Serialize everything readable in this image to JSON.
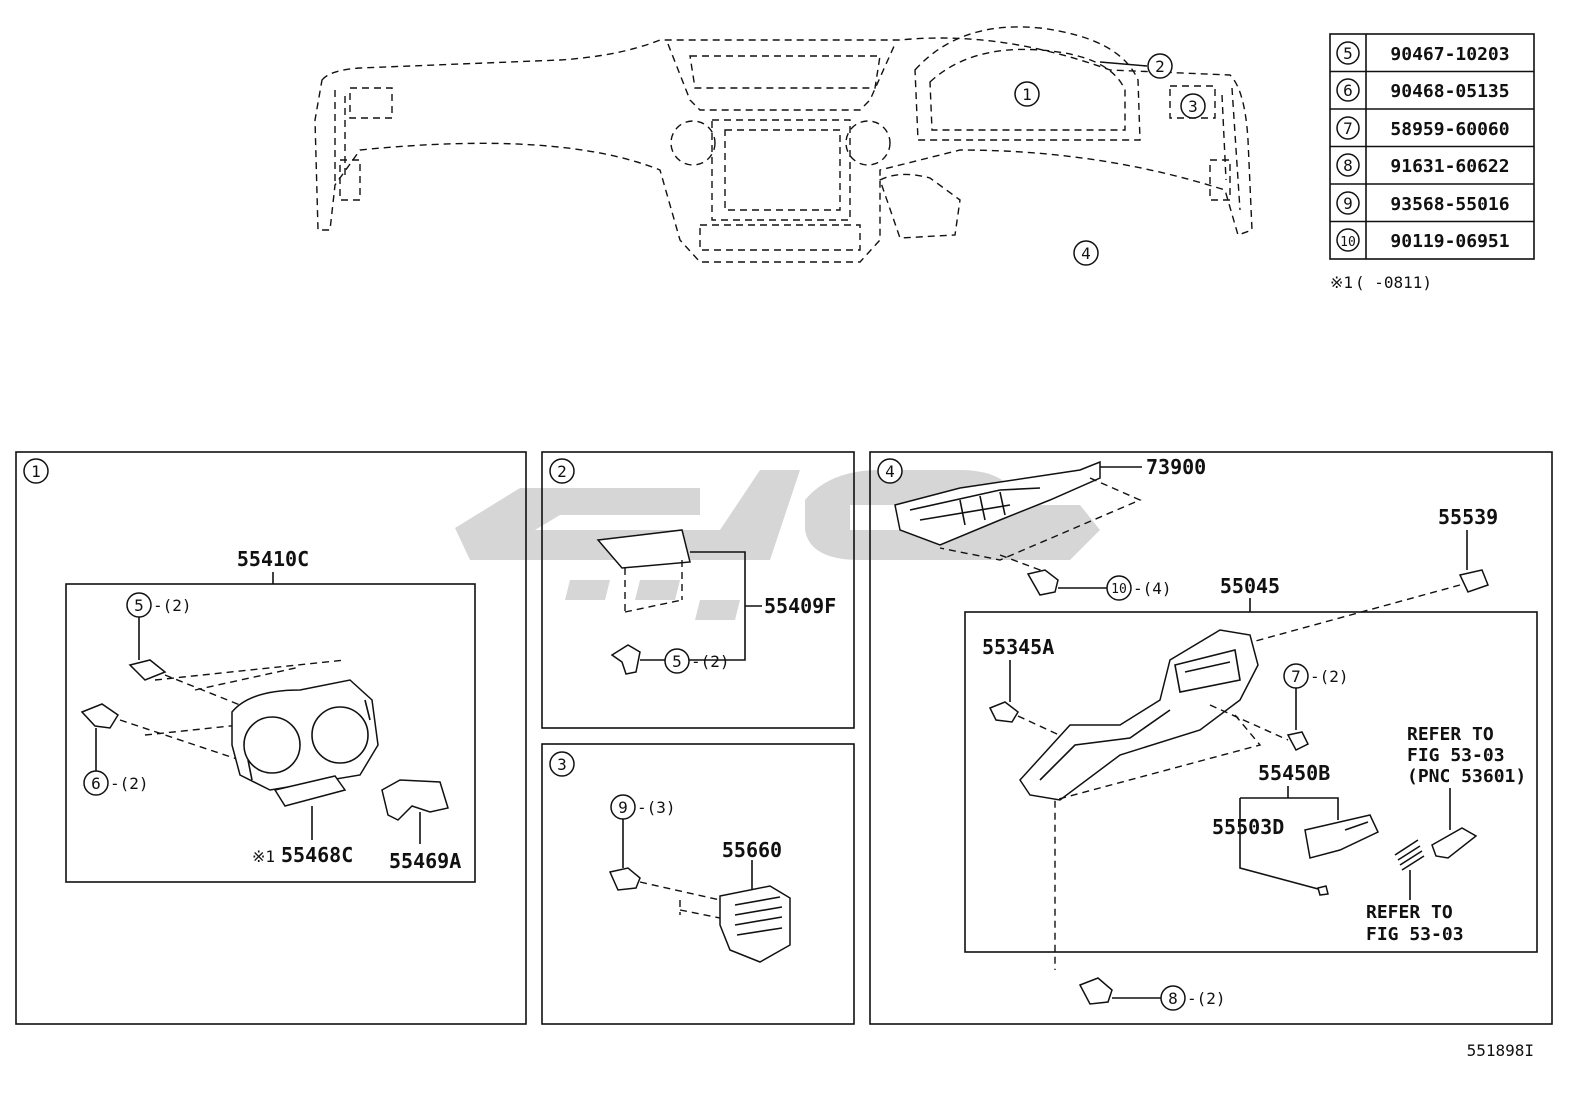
{
  "overview": {
    "callouts": [
      "1",
      "2",
      "3",
      "4"
    ]
  },
  "parts_table": {
    "rows": [
      {
        "ref": "5",
        "part": "90467-10203"
      },
      {
        "ref": "6",
        "part": "90468-05135"
      },
      {
        "ref": "7",
        "part": "58959-60060"
      },
      {
        "ref": "8",
        "part": "91631-60622"
      },
      {
        "ref": "9",
        "part": "93568-55016"
      },
      {
        "ref": "10",
        "part": "90119-06951"
      }
    ],
    "footnote_mark": "※1",
    "footnote_text": "(     -0811)"
  },
  "panel1": {
    "number": "1",
    "group_label": "55410C",
    "callout_a": "5",
    "qty_a": "-(2)",
    "callout_b": "6",
    "qty_b": "-(2)",
    "footnote_mark": "※1",
    "label_c": "55468C",
    "label_d": "55469A"
  },
  "panel2": {
    "number": "2",
    "label": "55409F",
    "callout": "5",
    "qty": "-(2)"
  },
  "panel3": {
    "number": "3",
    "callout": "9",
    "qty": "-(3)",
    "label": "55660"
  },
  "panel4": {
    "number": "4",
    "label_top": "73900",
    "callout_10": "10",
    "qty_10": "-(4)",
    "label_55539": "55539",
    "label_55045": "55045",
    "label_55345A": "55345A",
    "callout_7": "7",
    "qty_7": "-(2)",
    "label_55450B": "55450B",
    "label_55503D": "55503D",
    "refer1_l1": "REFER TO",
    "refer1_l2": "FIG 53-03",
    "refer1_l3": "(PNC 53601)",
    "refer2_l1": "REFER TO",
    "refer2_l2": "FIG 53-03",
    "callout_8": "8",
    "qty_8": "-(2)"
  },
  "figure_id": "551898I"
}
